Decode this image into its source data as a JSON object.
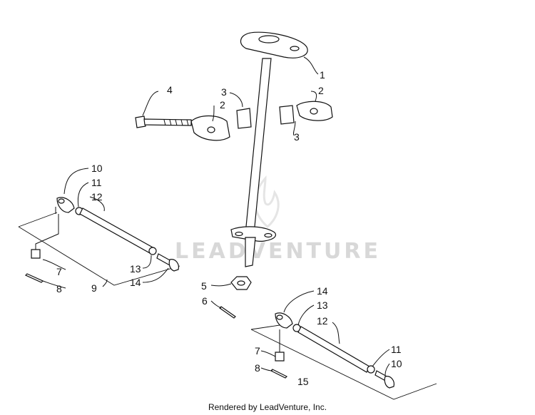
{
  "watermark": "LEADVENTURE",
  "footer": "Rendered by LeadVenture, Inc.",
  "callouts": {
    "c1": "1",
    "c2a": "2",
    "c2b": "2",
    "c3a": "3",
    "c3b": "3",
    "c4": "4",
    "c5": "5",
    "c6": "6",
    "c7a": "7",
    "c8a": "8",
    "c9": "9",
    "c10a": "10",
    "c11a": "11",
    "c12a": "12",
    "c13a": "13",
    "c14a": "14",
    "c7b": "7",
    "c8b": "8",
    "c10b": "10",
    "c11b": "11",
    "c12b": "12",
    "c13b": "13",
    "c14b": "14",
    "c15": "15"
  }
}
